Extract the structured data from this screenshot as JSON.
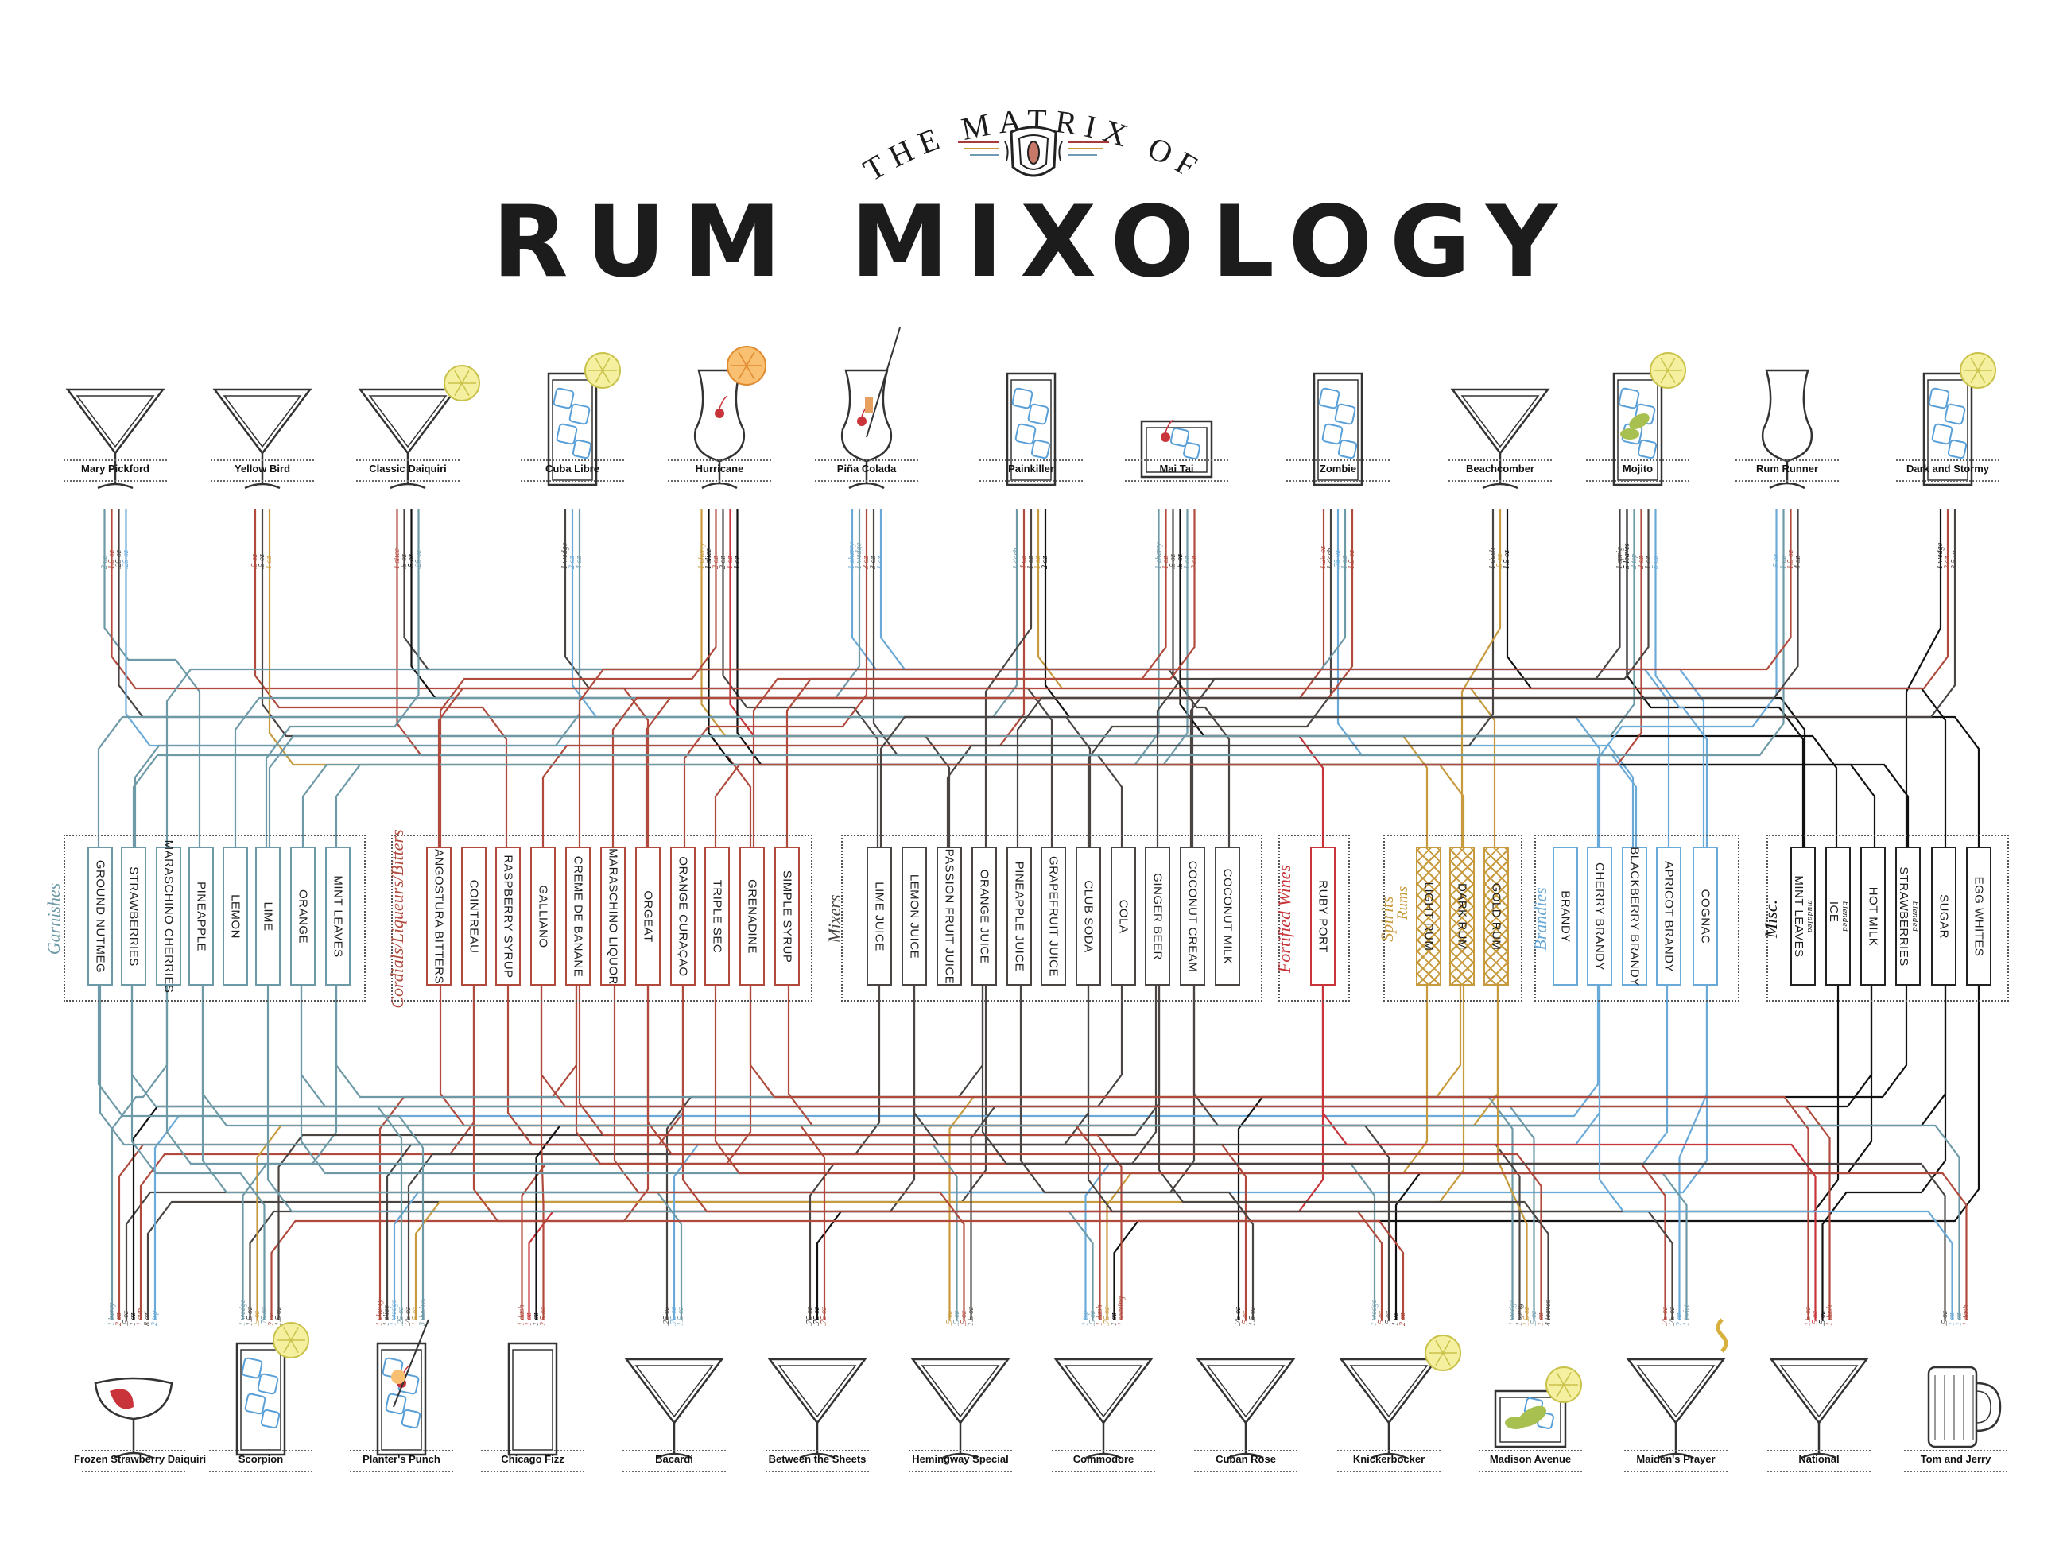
{
  "header": {
    "kicker": "THE MATRIX OF",
    "title": "RUM MIXOLOGY"
  },
  "colors": {
    "garnishes": "#6e9aa8",
    "cordials": "#b04a3c",
    "mixers": "#4a4542",
    "fortified": "#c8343a",
    "rums": "#c79a3d",
    "brandies": "#6aaad8",
    "misc": "#111111",
    "brown": "#6a4b3c",
    "rose": "#c77060",
    "gold": "#c79a3d"
  },
  "groups": [
    {
      "id": "garnishes",
      "label": "Garnishes",
      "color": "#6e9aa8",
      "items": [
        "GROUND NUTMEG",
        "STRAWBERRIES",
        "MARASCHINO CHERRIES",
        "PINEAPPLE",
        "LEMON",
        "LIME",
        "ORANGE",
        "MINT LEAVES"
      ]
    },
    {
      "id": "cordials",
      "label": "Cordials/Liqueurs/Bitters",
      "color": "#b04a3c",
      "items": [
        "ANGOSTURA BITTERS",
        "COINTREAU",
        "RASPBERRY SYRUP",
        "GALLIANO",
        "CREME DE BANANE",
        "MARASCHINO LIQUOR",
        "ORGEAT",
        "ORANGE CURAÇAO",
        "TRIPLE SEC",
        "GRENADINE",
        "SIMPLE SYRUP"
      ]
    },
    {
      "id": "mixers",
      "label": "Mixers",
      "color": "#4a4542",
      "items": [
        "LIME JUICE",
        "LEMON JUICE",
        "PASSION FRUIT JUICE",
        "ORANGE JUICE",
        "PINEAPPLE JUICE",
        "GRAPEFRUIT JUICE",
        "CLUB SODA",
        "COLA",
        "GINGER BEER",
        "COCONUT CREAM",
        "COCONUT MILK"
      ]
    },
    {
      "id": "fortified",
      "label": "Fortified Wines",
      "color": "#c8343a",
      "items": [
        "RUBY PORT"
      ]
    },
    {
      "id": "spirits",
      "label": "Spirits",
      "sublabel": "Rums",
      "color": "#c79a3d",
      "items": [
        "LIGHT RUM",
        "DARK RUM",
        "GOLD RUM"
      ]
    },
    {
      "id": "brandies",
      "label": "Brandies",
      "color": "#6aaad8",
      "items": [
        "BRANDY",
        "CHERRY BRANDY",
        "BLACKBERRY BRANDY",
        "APRICOT BRANDY",
        "COGNAC"
      ]
    },
    {
      "id": "misc",
      "label": "Misc.",
      "color": "#111111",
      "items": [
        {
          "name": "MINT LEAVES",
          "note": "muddled"
        },
        {
          "name": "ICE",
          "note": "blended"
        },
        {
          "name": "HOT MILK",
          "note": ""
        },
        {
          "name": "STRAWBERRIES",
          "note": "blended"
        },
        {
          "name": "SUGAR",
          "note": ""
        },
        {
          "name": "EGG WHITES",
          "note": ""
        }
      ]
    }
  ],
  "top_drinks": [
    {
      "name": "Mary Pickford",
      "glass": "martini",
      "amounts": [
        "2 oz",
        "1.5 oz",
        ".25 oz",
        ".25 oz"
      ]
    },
    {
      "name": "Yellow Bird",
      "glass": "martini",
      "amounts": [
        ".5 oz",
        ".5 oz",
        "1 oz"
      ]
    },
    {
      "name": "Classic Daiquiri",
      "glass": "martini-lime",
      "amounts": [
        "1 slice",
        ".5 oz",
        ".5 oz",
        ".25 oz"
      ]
    },
    {
      "name": "Cuba Libre",
      "glass": "highball-lime",
      "amounts": [
        "1 wedge",
        "2 oz",
        "4 oz"
      ]
    },
    {
      "name": "Hurricane",
      "glass": "hurricane",
      "amounts": [
        "1 cherry",
        "1 slice",
        "2 oz",
        "2 oz",
        "1 oz",
        "1 oz"
      ]
    },
    {
      "name": "Piña Colada",
      "glass": "hurricane-straw",
      "amounts": [
        "1 cherry",
        "1 wedge",
        "3 oz",
        "3 oz",
        "1 oz"
      ]
    },
    {
      "name": "Painkiller",
      "glass": "highball",
      "amounts": [
        "1 dash",
        "4 oz",
        "1 oz",
        "1 oz",
        "2 oz"
      ]
    },
    {
      "name": "Mai Tai",
      "glass": "rocks",
      "amounts": [
        "1 cherry",
        "1 oz",
        ".5 oz",
        ".5 oz",
        "1 oz",
        "2 oz"
      ]
    },
    {
      "name": "Zombie",
      "glass": "highball",
      "amounts": [
        "1.25 oz",
        "1 dash",
        ".75 oz",
        "1 oz",
        "1.5 oz"
      ]
    },
    {
      "name": "Beachcomber",
      "glass": "martini",
      "amounts": [
        "1 dash",
        ".5 oz",
        "1.5 oz"
      ]
    },
    {
      "name": "Mojito",
      "glass": "highball-mint",
      "amounts": [
        "1 sprig",
        "5 leaves",
        "2 tsp",
        "2 oz",
        "1 oz",
        "5 oz"
      ]
    },
    {
      "name": "Rum Runner",
      "glass": "hurricane",
      "amounts": [
        ".5 oz",
        "1 oz",
        "1.5 oz",
        "4 oz"
      ]
    },
    {
      "name": "Dark and Stormy",
      "glass": "highball-lime",
      "amounts": [
        "1 wedge",
        "2 oz",
        "3.5 oz"
      ]
    }
  ],
  "bottom_drinks": [
    {
      "name": "Frozen Strawberry Daiquiri",
      "glass": "margarita",
      "amounts": [
        "1 berry",
        "2 oz",
        ".5 oz",
        "1 oz",
        "1 cup",
        "8 oz",
        "2 tsp"
      ]
    },
    {
      "name": "Scorpion",
      "glass": "highball-lime",
      "amounts": [
        "1 wedge",
        "1.5 oz",
        ".5 oz",
        ".75 oz",
        "2 oz",
        "1.5 oz"
      ]
    },
    {
      "name": "Planter's Punch",
      "glass": "highball-cherry",
      "amounts": [
        "1 cherry",
        "1 slice",
        "1 wedge",
        ".25 oz",
        ".75 oz",
        "1.5 oz",
        "3 dashes"
      ]
    },
    {
      "name": "Chicago Fizz",
      "glass": "collins",
      "amounts": [
        "1 dash",
        "1 oz",
        "1 oz",
        "2.5 oz"
      ]
    },
    {
      "name": "Bacardi",
      "glass": "martini",
      "amounts": [
        ".25 oz",
        ".75 oz",
        "1.5 oz"
      ]
    },
    {
      "name": "Between the Sheets",
      "glass": "martini",
      "amounts": [
        ".75 oz",
        ".75 oz",
        ".75 oz"
      ]
    },
    {
      "name": "Hemingway Special",
      "glass": "martini",
      "amounts": [
        ".5 oz",
        ".5 oz",
        ".5 oz",
        "1.5 oz"
      ]
    },
    {
      "name": "Commodore",
      "glass": "martini",
      "amounts": [
        "1 tsp",
        ".5 oz",
        "1 dash",
        ".75 oz",
        "1 oz",
        "1 serving"
      ]
    },
    {
      "name": "Cuban Rose",
      "glass": "martini",
      "amounts": [
        ".75 oz",
        ".5 oz",
        "1.5 oz"
      ]
    },
    {
      "name": "Knickerbocker",
      "glass": "martini-lime",
      "amounts": [
        "1 wedge",
        ".5 oz",
        ".5 oz",
        "1 oz",
        "2 oz"
      ]
    },
    {
      "name": "Madison Avenue",
      "glass": "rocks-mint",
      "amounts": [
        "1 wedge",
        "1 sprig",
        "1.5 oz",
        ".5 oz",
        "1 oz",
        "4 leaves"
      ]
    },
    {
      "name": "Maiden's Prayer",
      "glass": "martini-twist",
      "amounts": [
        ".75 oz",
        ".75 oz",
        "2 oz",
        "1 twist"
      ]
    },
    {
      "name": "National",
      "glass": "martini",
      "amounts": [
        "1.5 oz",
        ".5 oz",
        ".5 oz",
        "1 dash"
      ]
    },
    {
      "name": "Tom and Jerry",
      "glass": "mug",
      "amounts": [
        ".5 oz",
        "1 oz",
        "1 oz",
        "1 dash"
      ]
    }
  ]
}
